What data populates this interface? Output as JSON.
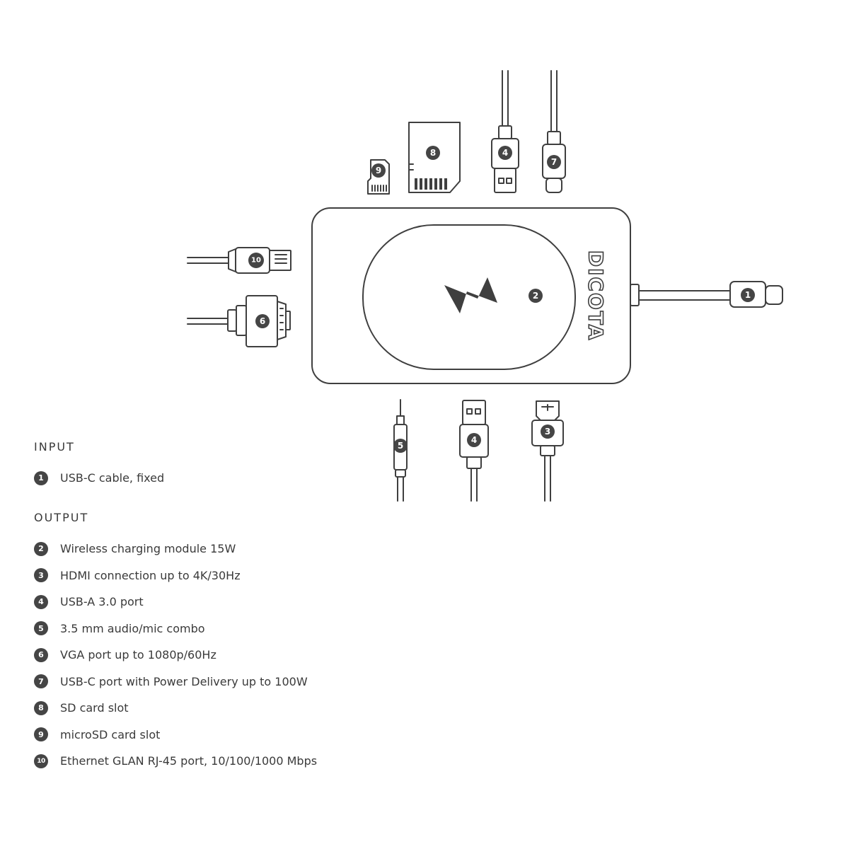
{
  "brand": "DICOTA",
  "callouts": {
    "c1": "1",
    "c2": "2",
    "c3": "3",
    "c4a": "4",
    "c4b": "4",
    "c5": "5",
    "c6": "6",
    "c7": "7",
    "c8": "8",
    "c9": "9",
    "c10": "10"
  },
  "legend": {
    "input_heading": "INPUT",
    "input_items": [
      {
        "num": "1",
        "label": "USB-C cable, fixed"
      }
    ],
    "output_heading": "OUTPUT",
    "output_items": [
      {
        "num": "2",
        "label": "Wireless charging module 15W"
      },
      {
        "num": "3",
        "label": "HDMI connection up to 4K/30Hz"
      },
      {
        "num": "4",
        "label": "USB-A 3.0 port"
      },
      {
        "num": "5",
        "label": "3.5 mm audio/mic combo"
      },
      {
        "num": "6",
        "label": "VGA port up to 1080p/60Hz"
      },
      {
        "num": "7",
        "label": "USB-C port with Power Delivery up to 100W"
      },
      {
        "num": "8",
        "label": "SD card slot"
      },
      {
        "num": "9",
        "label": "microSD card slot"
      },
      {
        "num": "10",
        "label": "Ethernet GLAN RJ-45 port, 10/100/1000 Mbps"
      }
    ]
  },
  "colors": {
    "line": "#3f3f3f",
    "badge": "#454545",
    "text": "#3a3a3a"
  },
  "icons": [
    "lightning-bolt-icon"
  ]
}
